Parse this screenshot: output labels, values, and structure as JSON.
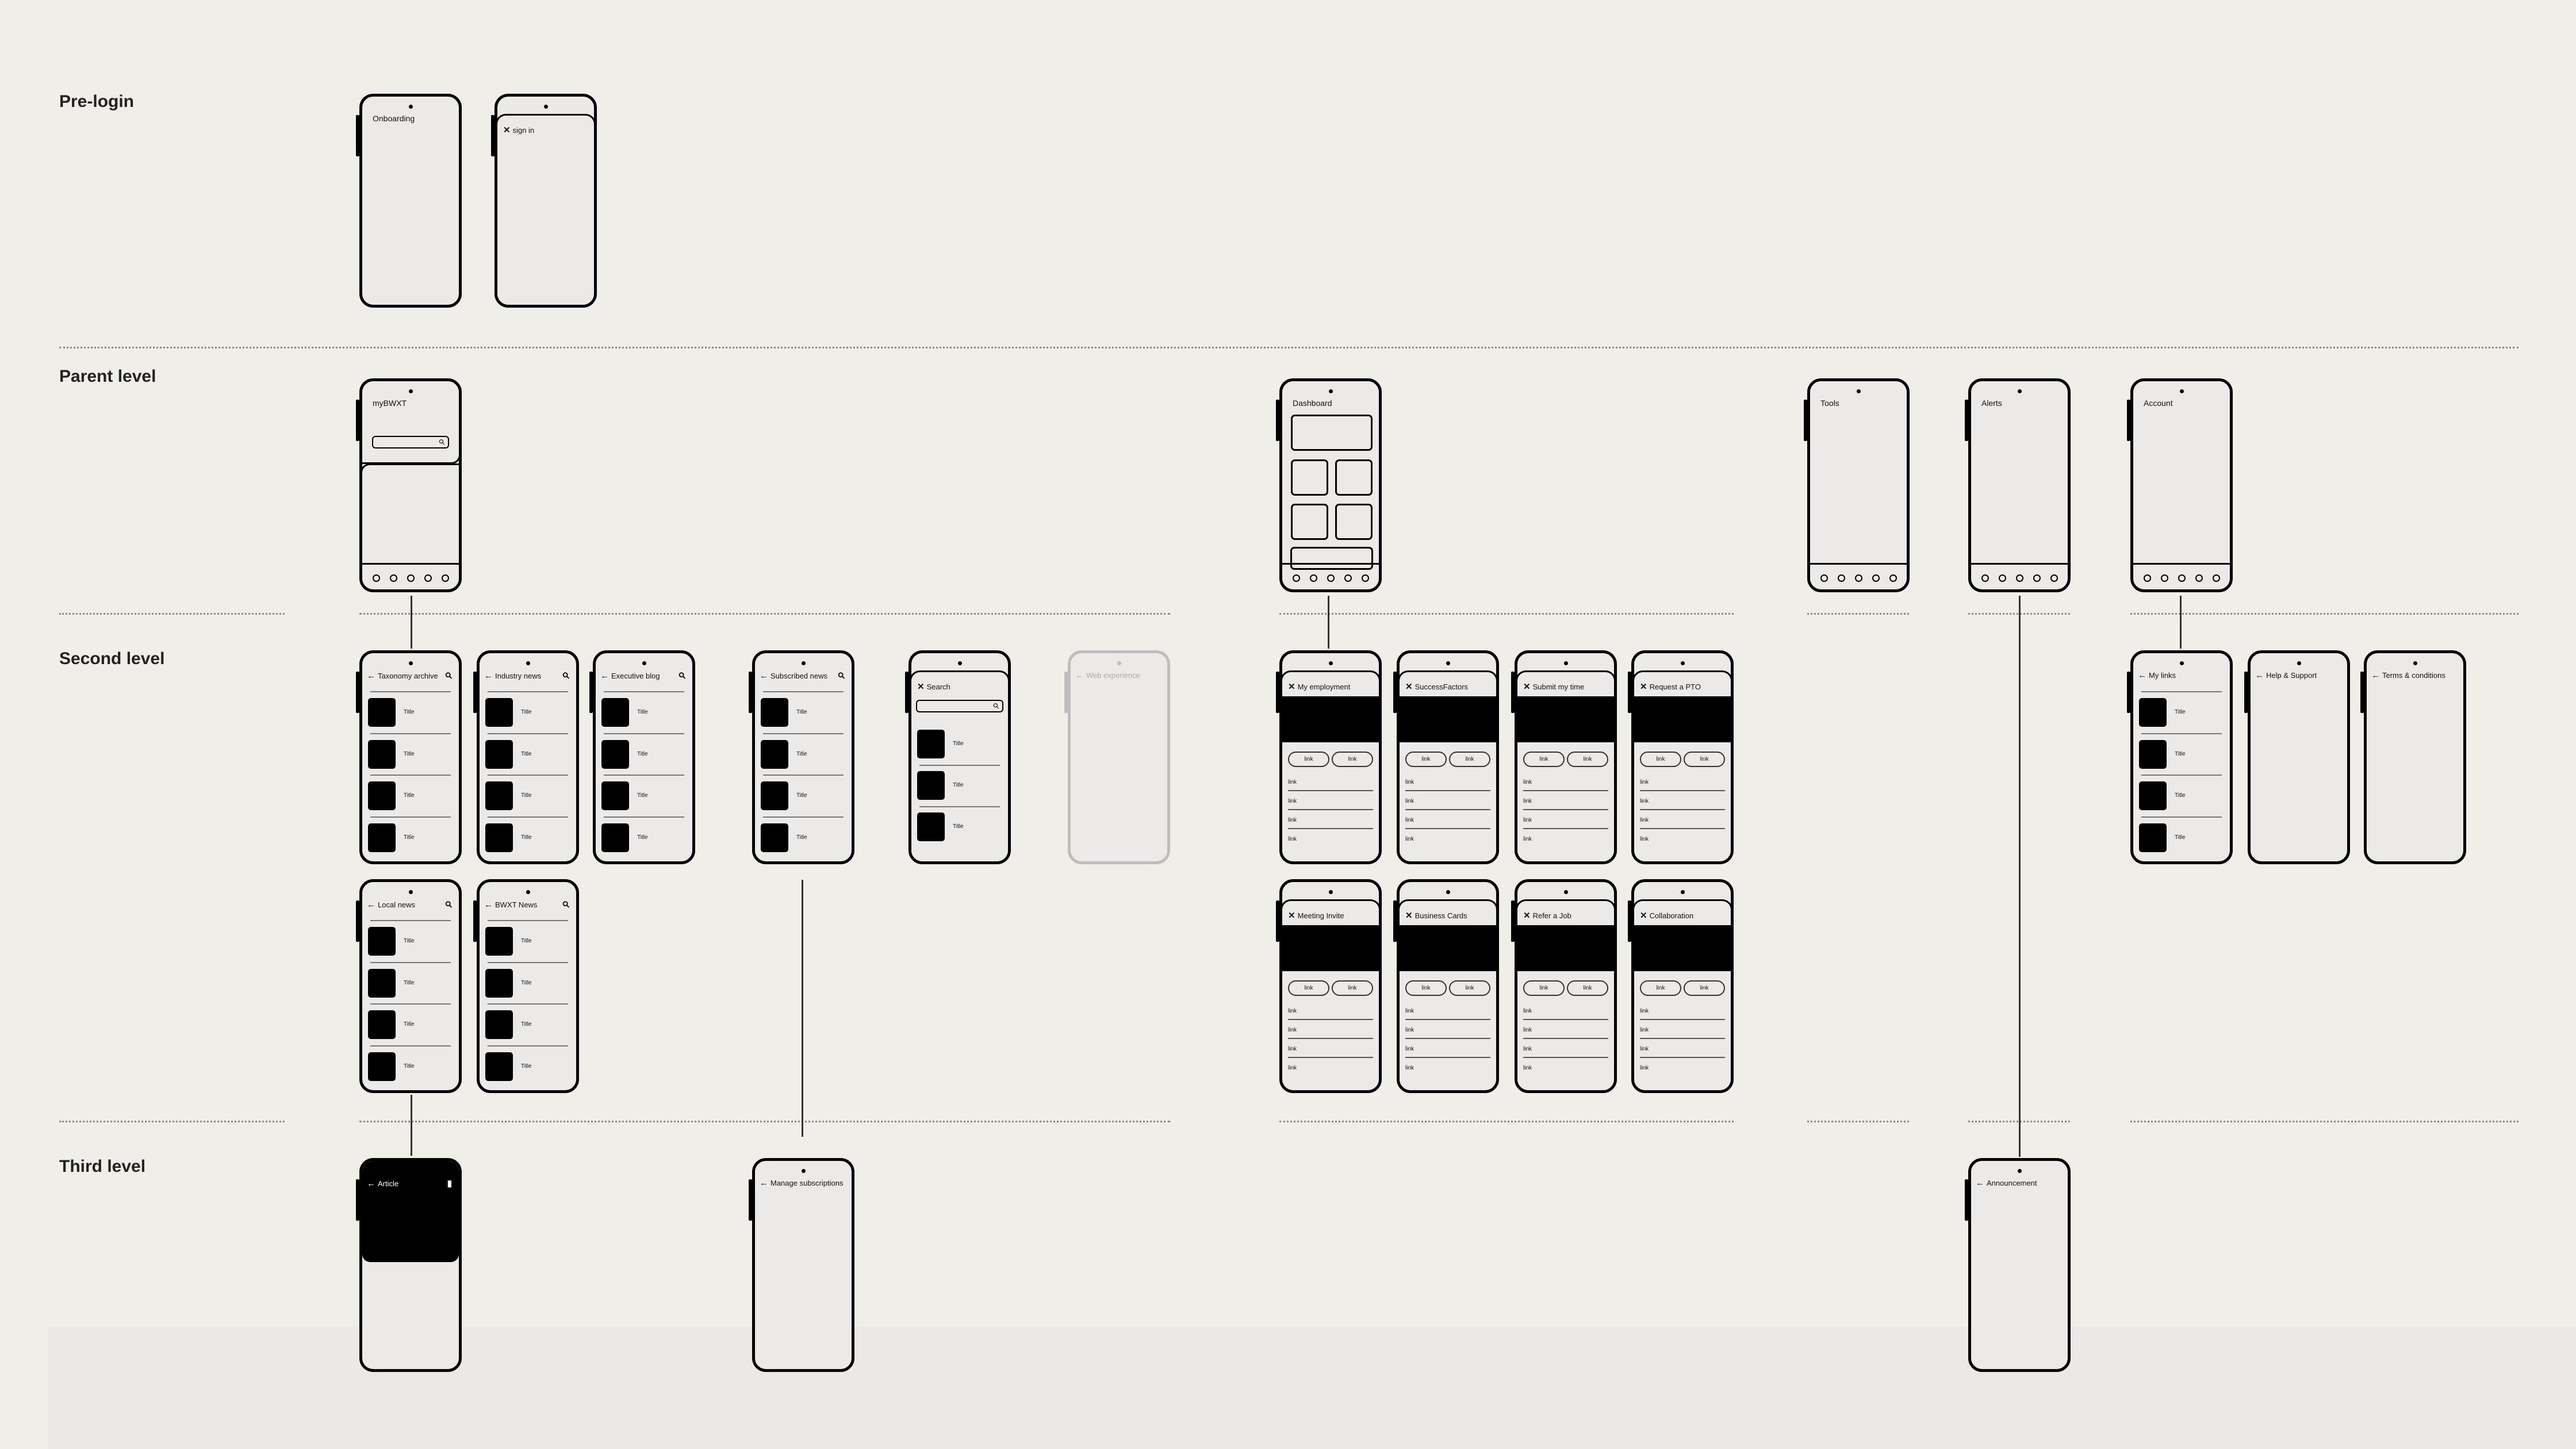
{
  "levels": [
    "Pre-login",
    "Parent level",
    "Second level",
    "Third level"
  ],
  "screens": [
    {
      "title": "Onboarding",
      "type": "plain"
    },
    {
      "title": "sign in",
      "type": "modal"
    },
    {
      "title": "myBWXT",
      "type": "home"
    },
    {
      "title": "Dashboard",
      "type": "dashboard"
    },
    {
      "title": "Tools",
      "type": "tab"
    },
    {
      "title": "Alerts",
      "type": "tab"
    },
    {
      "title": "Account",
      "type": "tab"
    },
    {
      "title": "Taxonomy archive",
      "type": "list",
      "search": true,
      "items": [
        "Title",
        "Title",
        "Title",
        "Title"
      ]
    },
    {
      "title": "Industry news",
      "type": "list",
      "search": true,
      "items": [
        "Title",
        "Title",
        "Title",
        "Title"
      ]
    },
    {
      "title": "Executive blog",
      "type": "list",
      "search": true,
      "items": [
        "Title",
        "Title",
        "Title",
        "Title"
      ]
    },
    {
      "title": "Subscribed news",
      "type": "list",
      "search": true,
      "items": [
        "Title",
        "Title",
        "Title",
        "Title"
      ]
    },
    {
      "title": "Search",
      "type": "search",
      "items": [
        "Title",
        "Title",
        "Title"
      ]
    },
    {
      "title": "Web experience",
      "type": "disabled"
    },
    {
      "title": "My employment",
      "type": "tool",
      "pills": [
        "link",
        "link"
      ],
      "links": [
        "link",
        "link",
        "link",
        "link"
      ]
    },
    {
      "title": "SuccessFactors",
      "type": "tool",
      "pills": [
        "link",
        "link"
      ],
      "links": [
        "link",
        "link",
        "link",
        "link"
      ]
    },
    {
      "title": "Submit my time",
      "type": "tool",
      "pills": [
        "link",
        "link"
      ],
      "links": [
        "link",
        "link",
        "link",
        "link"
      ]
    },
    {
      "title": "Request a PTO",
      "type": "tool",
      "pills": [
        "link",
        "link"
      ],
      "links": [
        "link",
        "link",
        "link",
        "link"
      ]
    },
    {
      "title": "My links",
      "type": "list",
      "search": false,
      "items": [
        "Title",
        "Title",
        "Title",
        "Title"
      ]
    },
    {
      "title": "Help & Support",
      "type": "back"
    },
    {
      "title": "Terms & conditions",
      "type": "back"
    },
    {
      "title": "Local news",
      "type": "list",
      "search": true,
      "items": [
        "Title",
        "Title",
        "Title",
        "Title"
      ]
    },
    {
      "title": "BWXT News",
      "type": "list",
      "search": true,
      "items": [
        "Title",
        "Title",
        "Title",
        "Title"
      ]
    },
    {
      "title": "Meeting Invite",
      "type": "tool",
      "pills": [
        "link",
        "link"
      ],
      "links": [
        "link",
        "link",
        "link",
        "link"
      ]
    },
    {
      "title": "Business Cards",
      "type": "tool",
      "pills": [
        "link",
        "link"
      ],
      "links": [
        "link",
        "link",
        "link",
        "link"
      ]
    },
    {
      "title": "Refer a Job",
      "type": "tool",
      "pills": [
        "link",
        "link"
      ],
      "links": [
        "link",
        "link",
        "link",
        "link"
      ]
    },
    {
      "title": "Collaboration",
      "type": "tool",
      "pills": [
        "link",
        "link"
      ],
      "links": [
        "link",
        "link",
        "link",
        "link"
      ]
    },
    {
      "title": "Article",
      "type": "article"
    },
    {
      "title": "Manage subscriptions",
      "type": "back"
    },
    {
      "title": "Announcement",
      "type": "back"
    }
  ]
}
